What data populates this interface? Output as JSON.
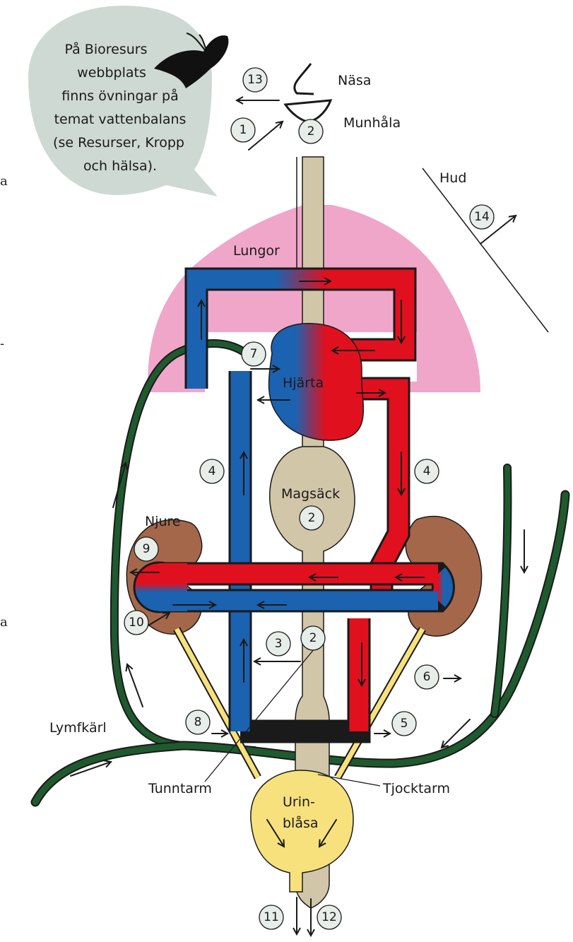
{
  "info_bubble": {
    "lines": [
      "På Bioresurs",
      "webbplats",
      "finns övningar på",
      "temat vattenbalans",
      "(se Resurser, Kropp",
      "och hälsa)."
    ],
    "icon": "moth-icon"
  },
  "labels": {
    "nose": "Näsa",
    "mouth": "Munhåla",
    "skin": "Hud",
    "lungs": "Lungor",
    "heart": "Hjärta",
    "stomach": "Magsäck",
    "kidney": "Njure",
    "lymph": "Lymfkärl",
    "small_intestine": "Tunntarm",
    "large_intestine": "Tjocktarm",
    "bladder_line1": "Urin-",
    "bladder_line2": "blåsa"
  },
  "markers": {
    "m1": "1",
    "m2_mouth": "2",
    "m13": "13",
    "m14": "14",
    "m7": "7",
    "m4_left": "4",
    "m4_right": "4",
    "m2_stomach": "2",
    "m9": "9",
    "m10": "10",
    "m3": "3",
    "m2_intestine": "2",
    "m6": "6",
    "m5": "5",
    "m8": "8",
    "m11": "11",
    "m12": "12"
  },
  "colors": {
    "lungs": "#efa6c9",
    "artery_red": "#e0101e",
    "vein_blue": "#1b62b0",
    "lymph_green": "#1e5a2e",
    "kidney_brown": "#a5674a",
    "bladder_yellow": "#f7e17c",
    "gut_beige": "#d2c6a9",
    "bubble_gray": "#cfd9d3",
    "marker_fill": "#e7ede9"
  }
}
